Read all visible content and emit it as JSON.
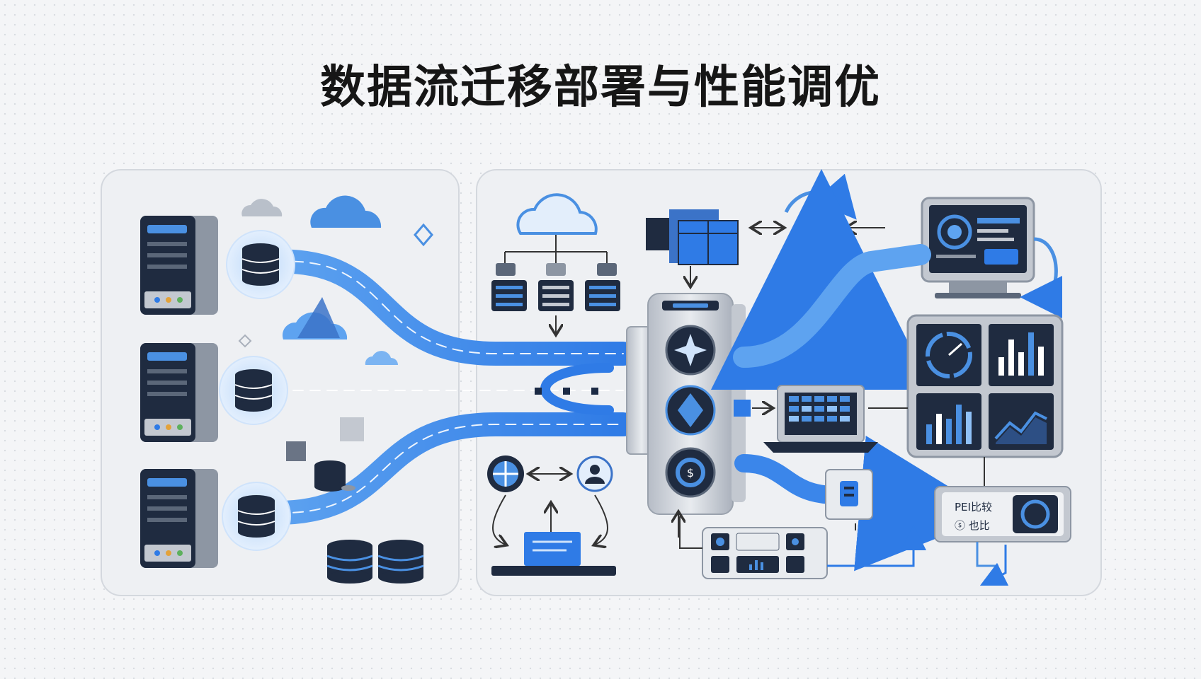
{
  "title": "数据流迁移部署与性能调优",
  "colors": {
    "accent_blue": "#2f7be6",
    "light_blue": "#5ea3f0",
    "navy": "#1b2a44",
    "panel_gray": "#c9ced6",
    "panel_bg": "#eef0f3"
  },
  "monitor_label": {
    "line1": "PEI比较",
    "line2": "ⓢ 也比"
  },
  "icons": [
    "server-icon",
    "database-icon",
    "cloud-icon",
    "pipeline-icon",
    "processing-hub-icon",
    "dashboard-icon",
    "location-pin-icon",
    "laptop-icon",
    "chart-icon",
    "gauge-icon",
    "folder-icon"
  ]
}
